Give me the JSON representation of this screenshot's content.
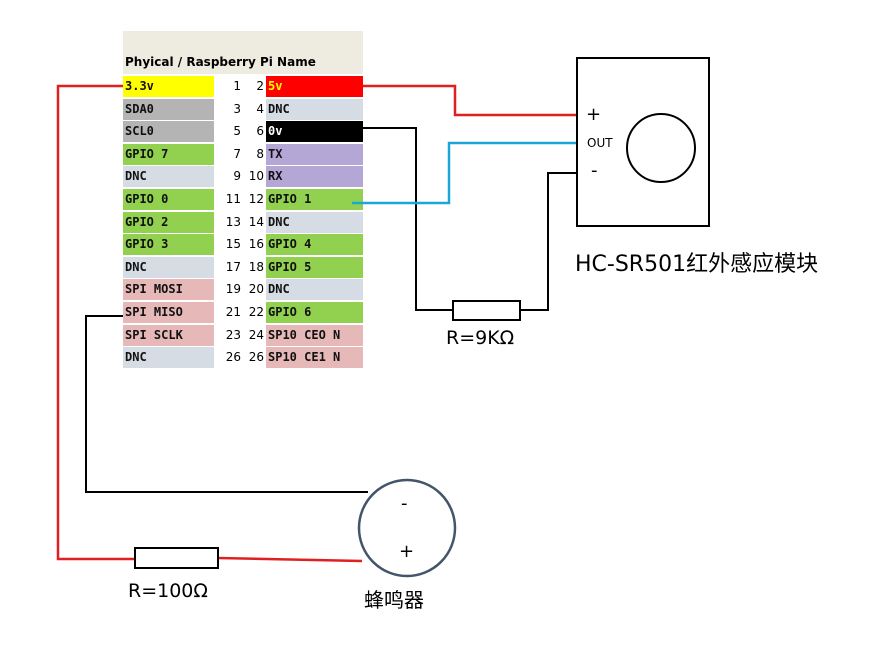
{
  "pin_table": {
    "header": "Phyical / Raspberry Pi Name",
    "rows": [
      {
        "left": "3.3v",
        "lnum": "1",
        "rnum": "2",
        "right": "5v",
        "lcolor": "#ffff00",
        "rcolor": "#ff0000",
        "rtext": "#ffff00"
      },
      {
        "left": "SDA0",
        "lnum": "3",
        "rnum": "4",
        "right": "DNC",
        "lcolor": "#b4b4b4",
        "rcolor": "#d6dce4",
        "rtext": "#111111"
      },
      {
        "left": "SCL0",
        "lnum": "5",
        "rnum": "6",
        "right": "0v",
        "lcolor": "#b4b4b4",
        "rcolor": "#000000",
        "rtext": "#ffffff"
      },
      {
        "left": "GPIO 7",
        "lnum": "7",
        "rnum": "8",
        "right": "TX",
        "lcolor": "#92d050",
        "rcolor": "#b4a7d6",
        "rtext": "#111111"
      },
      {
        "left": "DNC",
        "lnum": "9",
        "rnum": "10",
        "right": "RX",
        "lcolor": "#d6dce4",
        "rcolor": "#b4a7d6",
        "rtext": "#111111"
      },
      {
        "left": "GPIO 0",
        "lnum": "11",
        "rnum": "12",
        "right": "GPIO 1",
        "lcolor": "#92d050",
        "rcolor": "#92d050",
        "rtext": "#111111"
      },
      {
        "left": "GPIO 2",
        "lnum": "13",
        "rnum": "14",
        "right": "DNC",
        "lcolor": "#92d050",
        "rcolor": "#d6dce4",
        "rtext": "#111111"
      },
      {
        "left": "GPIO 3",
        "lnum": "15",
        "rnum": "16",
        "right": "GPIO 4",
        "lcolor": "#92d050",
        "rcolor": "#92d050",
        "rtext": "#111111"
      },
      {
        "left": "DNC",
        "lnum": "17",
        "rnum": "18",
        "right": "GPIO 5",
        "lcolor": "#d6dce4",
        "rcolor": "#92d050",
        "rtext": "#111111"
      },
      {
        "left": "SPI MOSI",
        "lnum": "19",
        "rnum": "20",
        "right": "DNC",
        "lcolor": "#e6b9b8",
        "rcolor": "#d6dce4",
        "rtext": "#111111"
      },
      {
        "left": "SPI MISO",
        "lnum": "21",
        "rnum": "22",
        "right": "GPIO 6",
        "lcolor": "#e6b9b8",
        "rcolor": "#92d050",
        "rtext": "#111111"
      },
      {
        "left": "SPI SCLK",
        "lnum": "23",
        "rnum": "24",
        "right": "SP10 CEO N",
        "lcolor": "#e6b9b8",
        "rcolor": "#e6b9b8",
        "rtext": "#111111"
      },
      {
        "left": "DNC",
        "lnum": "26",
        "rnum": "26",
        "right": "SP10 CE1 N",
        "lcolor": "#d6dce4",
        "rcolor": "#e6b9b8",
        "rtext": "#111111"
      }
    ]
  },
  "pir_module": {
    "name": "HC-SR501红外感应模块",
    "plus": "+",
    "out": "OUT",
    "minus": "-"
  },
  "resistor_1": {
    "label": "R=9KΩ"
  },
  "resistor_2": {
    "label": "R=100Ω"
  },
  "buzzer": {
    "name": "蜂鸣器",
    "minus": "-",
    "plus": "+"
  },
  "colors": {
    "red_wire": "#e02020",
    "black_wire": "#000000",
    "blue_wire": "#1aa7d8"
  }
}
